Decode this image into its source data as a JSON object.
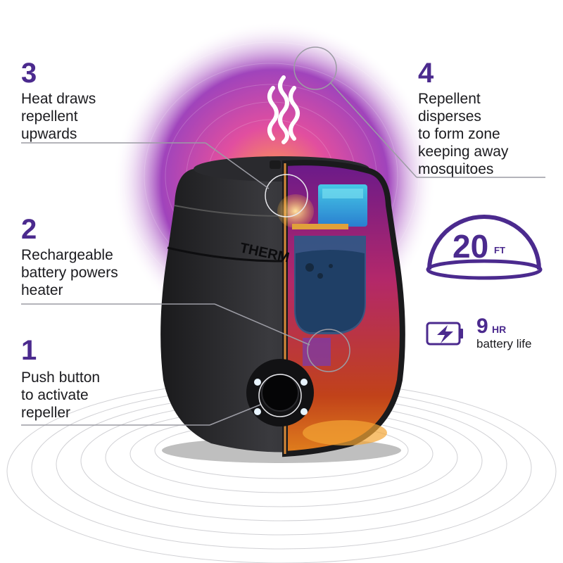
{
  "accent_color": "#4b2a8e",
  "text_color": "#1b1b1f",
  "steps": [
    {
      "number": "3",
      "text": "Heat draws\nrepellent\nupwards"
    },
    {
      "number": "4",
      "text": "Repellent\ndisperses\nto form zone\nkeeping away\nmosquitoes"
    },
    {
      "number": "2",
      "text": "Rechargeable\nbattery powers\nheater"
    },
    {
      "number": "1",
      "text": "Push button\nto activate\nrepeller"
    }
  ],
  "range_badge": {
    "value": "20",
    "unit": "FT",
    "icon": "dome-icon"
  },
  "battery_badge": {
    "value": "9",
    "unit": "HR",
    "label": "battery life",
    "icon": "battery-charging-icon"
  },
  "device": {
    "brand_text": "THERM"
  },
  "heat_icon": "heat-waves-icon"
}
